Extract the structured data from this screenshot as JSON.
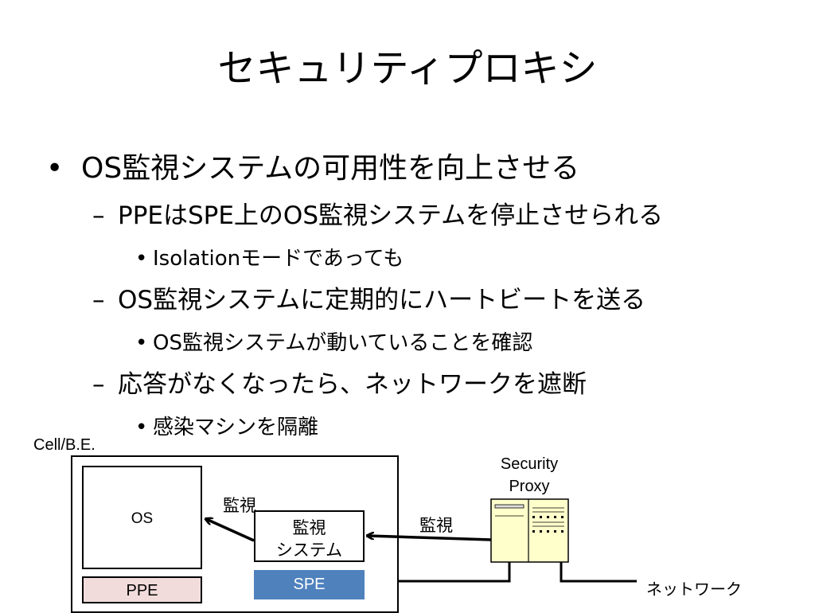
{
  "title": "セキュリティプロキシ",
  "bullets": {
    "main": {
      "marker": "•",
      "text": "OS監視システムの可用性を向上させる"
    },
    "sub1": {
      "marker": "–",
      "text": "PPEはSPE上のOS監視システムを停止させられる"
    },
    "sub1a": {
      "marker": "•",
      "text": "Isolationモードであっても"
    },
    "sub2": {
      "marker": "–",
      "text": "OS監視システムに定期的にハートビートを送る"
    },
    "sub2a": {
      "marker": "•",
      "text": "OS監視システムが動いていることを確認"
    },
    "sub3": {
      "marker": "–",
      "text": "応答がなくなったら、ネットワークを遮断"
    },
    "sub3a": {
      "marker": "•",
      "text": "感染マシンを隔離"
    }
  },
  "diagram": {
    "cell_label": "Cell/B.E.",
    "os": "OS",
    "ppe": "PPE",
    "spe": "SPE",
    "monitor_line1": "監視",
    "monitor_line2": "システム",
    "arrow_label_inner": "監視",
    "arrow_label_outer": "監視",
    "proxy_line1": "Security",
    "proxy_line2": "Proxy",
    "network": "ネットワーク",
    "colors": {
      "ppe_fill": "#f2dcdb",
      "spe_fill": "#4f81bd",
      "proxy_fill": "#ffffcc"
    }
  }
}
